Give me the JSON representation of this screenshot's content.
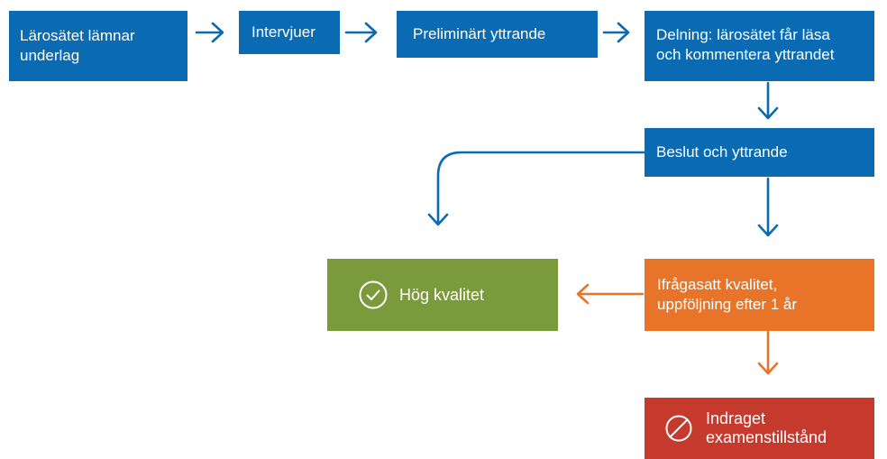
{
  "colors": {
    "blue": "#0a6bb3",
    "green": "#7a9a3c",
    "orange": "#e8742a",
    "red": "#c63a2e",
    "text": "#ffffff"
  },
  "steps": [
    {
      "id": "submit",
      "lines": [
        "Lärosätet lämnar",
        "underlag"
      ]
    },
    {
      "id": "interviews",
      "lines": [
        "Intervjuer"
      ]
    },
    {
      "id": "preliminary",
      "lines": [
        "Preliminärt yttrande"
      ]
    },
    {
      "id": "sharing",
      "lines": [
        "Delning: lärosätet får läsa",
        "och kommentera yttrandet"
      ]
    },
    {
      "id": "decision",
      "lines": [
        "Beslut och yttrande"
      ]
    }
  ],
  "outcomes": {
    "high": {
      "lines": [
        "Hög kvalitet"
      ],
      "icon": "check-circle-icon"
    },
    "questioned": {
      "lines": [
        "Ifrågasatt kvalitet,",
        "uppföljning efter 1 år"
      ]
    },
    "revoked": {
      "lines": [
        "Indraget",
        "examenstillstånd"
      ],
      "icon": "prohibited-icon"
    }
  }
}
